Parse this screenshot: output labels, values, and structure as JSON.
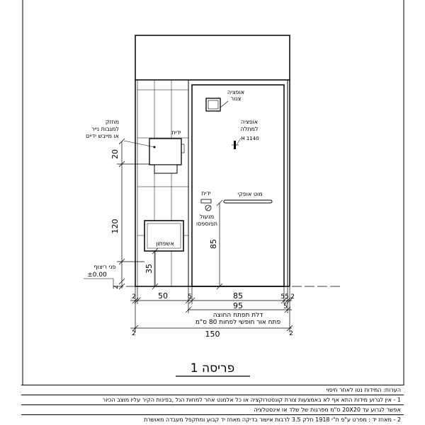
{
  "drawing": {
    "title": "פריסה 1",
    "labels": {
      "pipe_opening": [
        "אופציה",
        "צנור"
      ],
      "shelf_option": [
        "אופציה",
        "למתלה"
      ],
      "shelf_height": "H 1140",
      "paper_holder": [
        "מחזק",
        "למגבות נייר",
        "או מייבש ידיים"
      ],
      "handle_top": "ידית",
      "handle_door": "ידית",
      "lock": [
        "מנעול",
        "תפוספסו"
      ],
      "grab_bar": "מוט אופקי",
      "trash": "אשפתון",
      "floor_level": [
        "פני ריצוף",
        "±0.00"
      ]
    },
    "dimensions": {
      "h_20": "20",
      "h_120": "120",
      "h_35": "35",
      "h_85": "85",
      "h_2": "2",
      "w_2_left": "2",
      "w_50": "50",
      "w_5_left": "5",
      "w_85": "85",
      "w_55": "55",
      "w_2_right": "2",
      "w_5_right": "5",
      "w_95": "95",
      "w_150": "150",
      "w_2_bottom_left": "2",
      "w_2_bottom_right": "2",
      "door_note_1": "דלת תפתח החוצה",
      "door_note_2": "פתח אור חופשי לפחות 80 ס\"מ"
    }
  },
  "notes": {
    "header": "הערות: המידות נטו לאחר חיפוי",
    "lines": [
      "1 - אין לגרוע מידות התא אף לא באמצעות צורת קונסטרוקציה או כל אלמנט אחר למחות הנל ,בפינות הקיר עליו מוצב הכיור",
      "אפשר לגרוע עד 20X20 ס\"מ מפרגות של שלד או אינסטלציה",
      "2 - מאחז יד : מפרט ע\"פ ת\"י 1918 חלק 3.5 לרבות אישור בדיקה מאחז יד קבוע ומתקפל מעבדה מאושרת"
    ]
  }
}
